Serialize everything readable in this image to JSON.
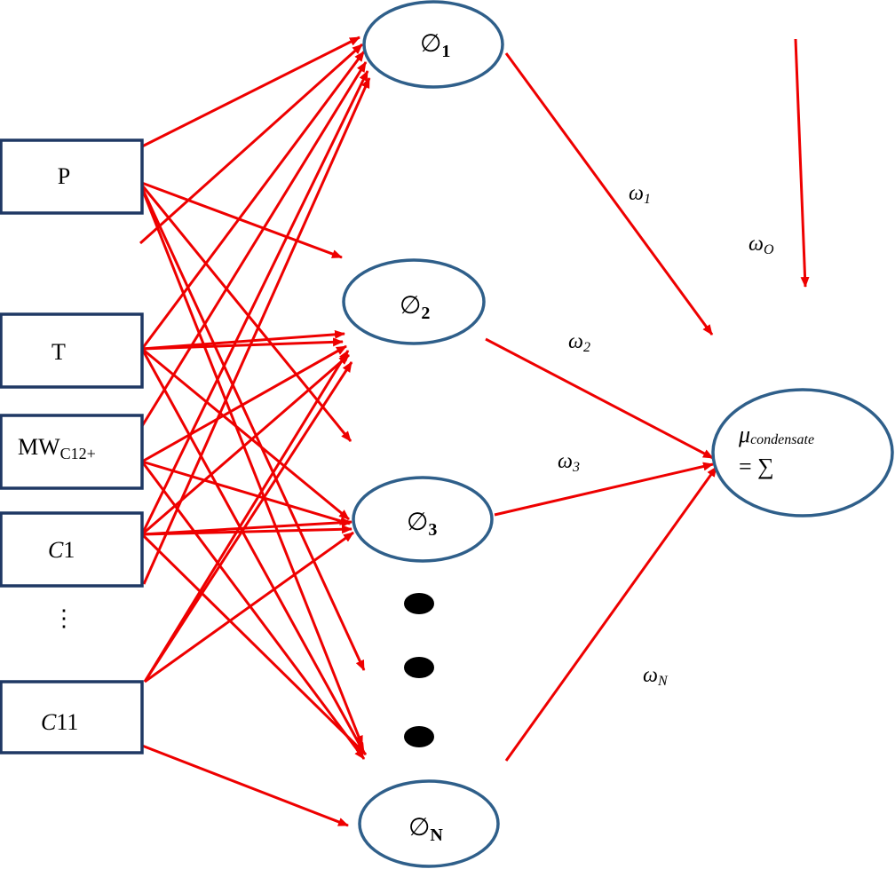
{
  "inputs": {
    "p": {
      "label": "P"
    },
    "t": {
      "label": "T"
    },
    "mw": {
      "label": "MW",
      "sub": "C12+"
    },
    "c1": {
      "label": "C",
      "num": "1"
    },
    "c11": {
      "label": "C",
      "num": "11"
    },
    "ellipsis": "⋮"
  },
  "hidden": {
    "h1": {
      "symbol": "∅",
      "sub": "1"
    },
    "h2": {
      "symbol": "∅",
      "sub": "2"
    },
    "h3": {
      "symbol": "∅",
      "sub": "3"
    },
    "hn": {
      "symbol": "∅",
      "sub": "N"
    }
  },
  "weights": {
    "w1": {
      "symbol": "ω",
      "sub": "1"
    },
    "w2": {
      "symbol": "ω",
      "sub": "2"
    },
    "w3": {
      "symbol": "ω",
      "sub": "3"
    },
    "wn": {
      "symbol": "ω",
      "sub": "N"
    },
    "wo": {
      "symbol": "ω",
      "sub": "O"
    }
  },
  "output": {
    "symbol": "μ",
    "sub": "condensate",
    "sum": "= ∑"
  },
  "colors": {
    "arrow": "#ee0000",
    "box_border": "#1f3864",
    "node_border": "#2f5f8a"
  }
}
